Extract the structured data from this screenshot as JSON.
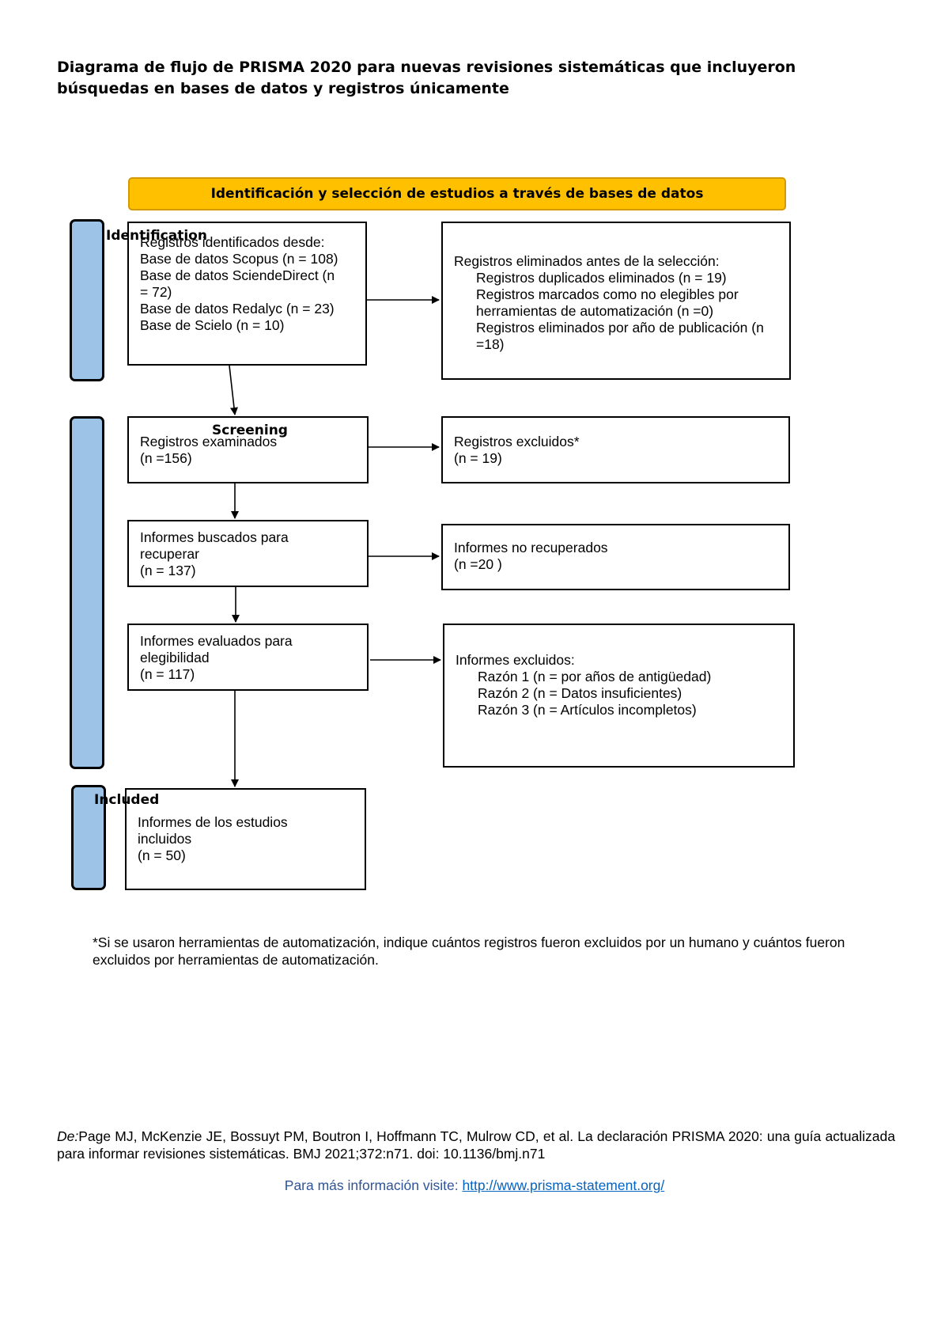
{
  "title": "Diagrama de flujo de PRISMA 2020 para nuevas revisiones sistemáticas que incluyeron búsquedas en bases de datos y registros únicamente",
  "banner": "Identificación y selección de estudios a través de bases de datos",
  "stages": {
    "identification": "Identification",
    "screening": "Screening",
    "included": "Included"
  },
  "boxes": {
    "identified": {
      "heading": "Registros identificados desde:",
      "lines": [
        "Base de datos Scopus (n = 108)",
        "Base de datos SciendeDirect (n",
        "= 72)",
        "Base de datos Redalyc (n = 23)",
        "Base de Scielo (n = 10)"
      ]
    },
    "removed": {
      "heading": "Registros eliminados antes de la selección:",
      "lines": [
        "Registros duplicados eliminados (n = 19)",
        "Registros marcados como no elegibles por",
        "herramientas de automatización (n =0)",
        "Registros eliminados por año de publicación (n",
        "=18)"
      ]
    },
    "screened": {
      "line1": "Registros examinados",
      "line2": "(n =156)"
    },
    "excluded": {
      "line1": "Registros excluidos*",
      "line2": "(n = 19)"
    },
    "sought": {
      "line1": "Informes buscados para",
      "line2": "recuperar",
      "line3": "(n = 137)"
    },
    "not_retrieved": {
      "line1": "Informes no recuperados",
      "line2": "(n =20 )"
    },
    "assessed": {
      "line1": "Informes evaluados para",
      "line2": "elegibilidad",
      "line3": "(n = 117)"
    },
    "reports_excluded": {
      "heading": "Informes excluidos:",
      "lines": [
        "Razón 1 (n = por años de antigüedad)",
        "Razón 2 (n = Datos insuficientes)",
        "Razón 3 (n = Artículos incompletos)"
      ]
    },
    "included": {
      "line1": "Informes de los estudios",
      "line2": "incluidos",
      "line3": "(n = 50)"
    }
  },
  "footnote": "*Si se usaron herramientas de automatización, indique cuántos registros fueron excluidos por un humano y cuántos fueron excluidos por herramientas de automatización.",
  "reference": {
    "prefix": "De:",
    "text": "Page MJ, McKenzie JE, Bossuyt PM, Boutron I, Hoffmann TC, Mulrow CD, et al. La declaración PRISMA 2020: una guía actualizada para informar revisiones sistemáticas. BMJ 2021;372:n71. doi: 10.1136/bmj.n71"
  },
  "more_info": {
    "label": "Para más información visite: ",
    "link": "http://www.prisma-statement.org/"
  }
}
